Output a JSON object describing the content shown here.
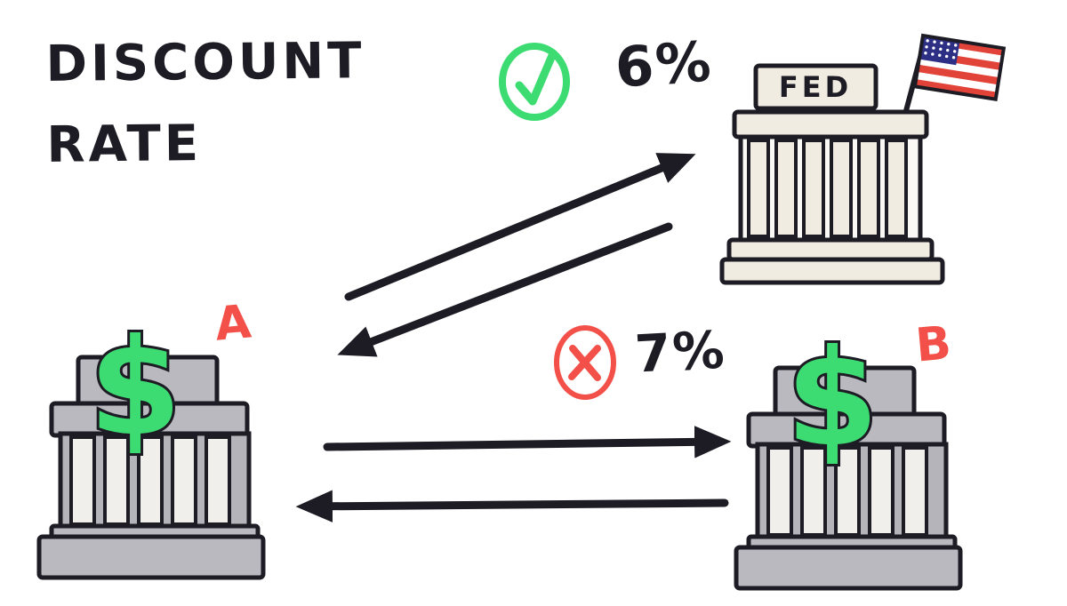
{
  "title": {
    "line1": "DISCOUNT",
    "line2": "RATE"
  },
  "fed_building": {
    "sign": "FED"
  },
  "bank_a": {
    "label": "A",
    "dollar_sign": "$"
  },
  "bank_b": {
    "label": "B",
    "dollar_sign": "$"
  },
  "fed_rate": {
    "value": "6%",
    "status": "approved",
    "mark": "check"
  },
  "interbank_rate": {
    "value": "7%",
    "status": "rejected",
    "mark": "x"
  },
  "colors": {
    "ink": "#1d1c24",
    "green": "#3ddc73",
    "red": "#f25048",
    "fed_cream": "#f0ece2",
    "bank_gray": "#b9b9bf",
    "column_light": "#f0efeb",
    "flag_blue": "#2d2f85",
    "flag_red": "#e14338"
  }
}
